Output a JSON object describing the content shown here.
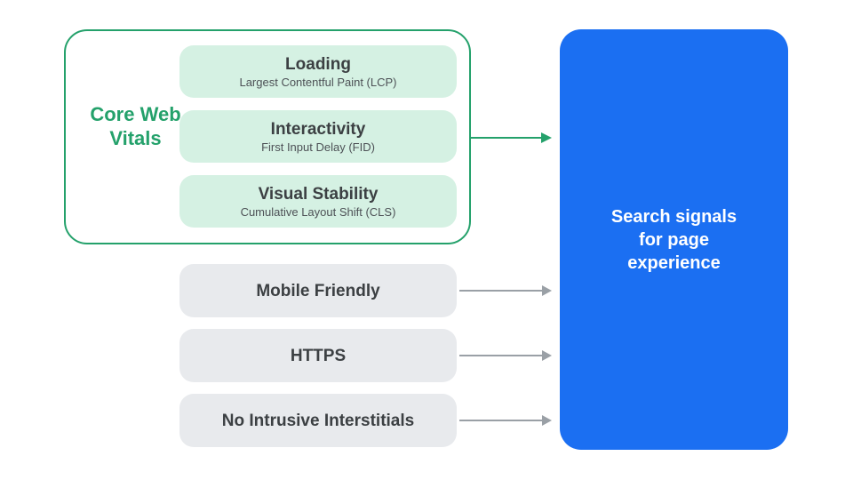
{
  "diagram": {
    "core_web_vitals": {
      "label": "Core Web Vitals",
      "items": [
        {
          "title": "Loading",
          "subtitle": "Largest Contentful Paint (LCP)"
        },
        {
          "title": "Interactivity",
          "subtitle": "First Input Delay (FID)"
        },
        {
          "title": "Visual Stability",
          "subtitle": "Cumulative Layout Shift (CLS)"
        }
      ]
    },
    "other_signals": [
      {
        "label": "Mobile Friendly"
      },
      {
        "label": "HTTPS"
      },
      {
        "label": "No Intrusive Interstitials"
      }
    ],
    "result": {
      "label": "Search signals for page experience"
    },
    "colors": {
      "green": "#24A16B",
      "green_light": "#D5F1E3",
      "gray_box": "#E8EAED",
      "gray_arrow": "#9AA0A6",
      "blue": "#1B6FF2",
      "title_text": "#3C4043",
      "subtitle_text": "#4D5156",
      "background": "#FFFFFF"
    }
  }
}
